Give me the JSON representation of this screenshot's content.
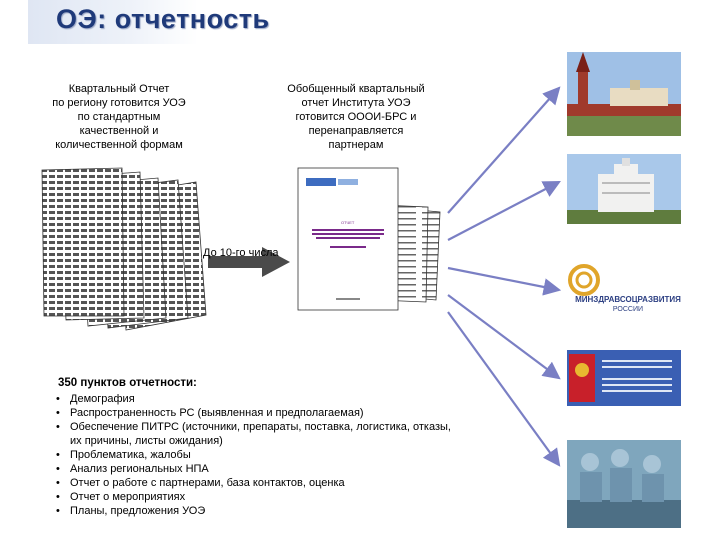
{
  "title": "ОЭ: отчетность",
  "caption_left": [
    "Квартальный Отчет",
    "по региону готовится УОЭ",
    "по стандартным",
    "качественной и",
    "количественной формам"
  ],
  "caption_mid": [
    "Обобщенный квартальный",
    "отчет Института УОЭ",
    "готовится ОООИ-БРС и",
    "перенаправляется",
    "партнерам"
  ],
  "deadline": "До 10-го числа",
  "list_title": "350 пунктов отчетности:",
  "list_items": [
    "Демография",
    "Распространенность РС (выявленная и предполагаемая)",
    "Обеспечение ПИТРС (источники, препараты, поставка, логистика, отказы, их причины, листы ожидания)",
    "Проблематика, жалобы",
    "Анализ региональных НПА",
    "Отчет о работе с партнерами, база контактов, оценка",
    "Отчет о мероприятиях",
    "Планы, предложения УОЭ"
  ],
  "partner_logo": {
    "name": "МИНЗДРАВСОЦРАЗВИТИЯ",
    "sub": "РОССИИ"
  },
  "report_cover_word": "ОТЧЕТ",
  "icons": [
    "kremlin-photo",
    "white-house-photo",
    "ministry-logo",
    "federal-agency-logo",
    "surgery-photo"
  ],
  "colors": {
    "title": "#1f3a7a",
    "arrow": "#7a7fc4",
    "logo_ring": "#e0a52a"
  }
}
